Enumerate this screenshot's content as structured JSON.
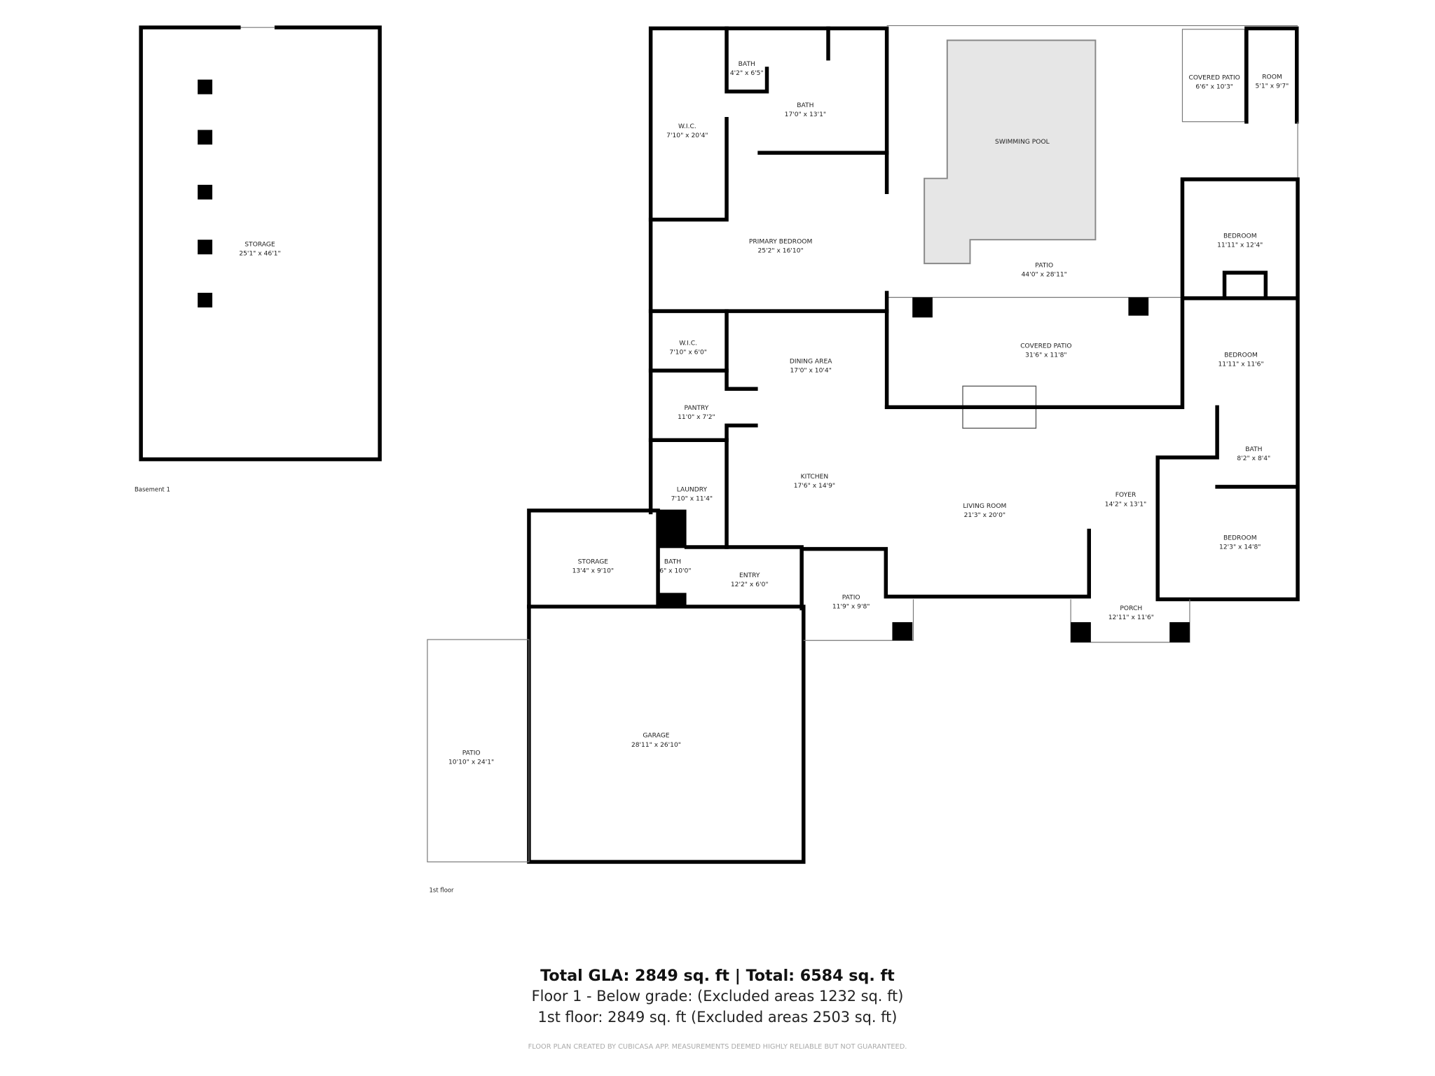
{
  "floors": {
    "basement_label": "Basement 1",
    "first_label": "1st floor"
  },
  "rooms": {
    "basement_storage": {
      "name": "STORAGE",
      "size": "25'1\" x 46'1\""
    },
    "wic_1": {
      "name": "W.I.C.",
      "size": "7'10\" x 20'4\""
    },
    "bath_small": {
      "name": "BATH",
      "size": "4'2\" x 6'5\""
    },
    "bath_primary": {
      "name": "BATH",
      "size": "17'0\" x 13'1\""
    },
    "primary_bedroom": {
      "name": "PRIMARY BEDROOM",
      "size": "25'2\" x 16'10\""
    },
    "swimming_pool": {
      "name": "SWIMMING POOL"
    },
    "covered_patio_small": {
      "name": "COVERED PATIO",
      "size": "6'6\" x 10'3\""
    },
    "room": {
      "name": "ROOM",
      "size": "5'1\" x 9'7\""
    },
    "bedroom_1": {
      "name": "BEDROOM",
      "size": "11'11\" x 12'4\""
    },
    "pool_patio": {
      "name": "PATIO",
      "size": "44'0\" x 28'11\""
    },
    "wic_2": {
      "name": "W.I.C.",
      "size": "7'10\" x 6'0\""
    },
    "dining_area": {
      "name": "DINING AREA",
      "size": "17'0\" x 10'4\""
    },
    "covered_patio_large": {
      "name": "COVERED PATIO",
      "size": "31'6\" x 11'8\""
    },
    "bedroom_2": {
      "name": "BEDROOM",
      "size": "11'11\" x 11'6\""
    },
    "pantry": {
      "name": "PANTRY",
      "size": "11'0\" x 7'2\""
    },
    "bath_hall": {
      "name": "BATH",
      "size": "8'2\" x 8'4\""
    },
    "kitchen": {
      "name": "KITCHEN",
      "size": "17'6\" x 14'9\""
    },
    "laundry": {
      "name": "LAUNDRY",
      "size": "7'10\" x 11'4\""
    },
    "living_room": {
      "name": "LIVING ROOM",
      "size": "21'3\" x 20'0\""
    },
    "foyer": {
      "name": "FOYER",
      "size": "14'2\" x 13'1\""
    },
    "bedroom_3": {
      "name": "BEDROOM",
      "size": "12'3\" x 14'8\""
    },
    "storage_small": {
      "name": "STORAGE",
      "size": "13'4\" x 9'10\""
    },
    "bath_entry": {
      "name": "BATH",
      "size": "6\" x 10'0\""
    },
    "entry": {
      "name": "ENTRY",
      "size": "12'2\" x 6'0\""
    },
    "patio_side": {
      "name": "PATIO",
      "size": "11'9\" x 9'8\""
    },
    "porch": {
      "name": "PORCH",
      "size": "12'11\" x 11'6\""
    },
    "garage": {
      "name": "GARAGE",
      "size": "28'11\" x 26'10\""
    },
    "patio_garage": {
      "name": "PATIO",
      "size": "10'10\" x 24'1\""
    }
  },
  "summary": {
    "total": "Total GLA: 2849 sq. ft | Total: 6584 sq. ft",
    "floor_1_below": "Floor 1 - Below grade: (Excluded areas 1232 sq. ft)",
    "first_floor": "1st floor: 2849 sq. ft (Excluded areas 2503 sq. ft)"
  },
  "footer": "FLOOR PLAN CREATED BY CUBICASA APP. MEASUREMENTS DEEMED HIGHLY RELIABLE BUT NOT GUARANTEED.",
  "colors": {
    "wall": "#000000",
    "pool": "#e6e6e6"
  }
}
